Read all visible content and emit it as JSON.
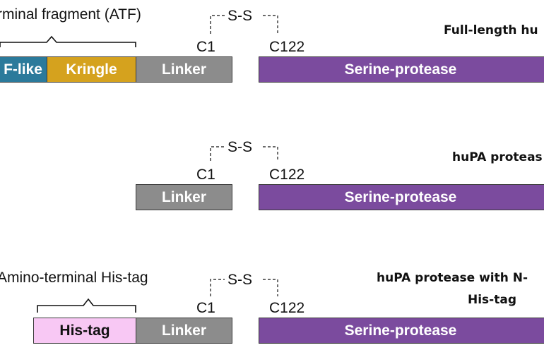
{
  "row1": {
    "bracket_label": "rminal fragment (ATF)",
    "title": "Full-length hu",
    "ss_label": "S-S",
    "c1_label": "C1",
    "c122_label": "C122",
    "domains": {
      "egf": "F-like",
      "kringle": "Kringle",
      "linker": "Linker",
      "serine": "Serine-protease"
    }
  },
  "row2": {
    "title": "huPA proteas",
    "ss_label": "S-S",
    "c1_label": "C1",
    "c122_label": "C122",
    "domains": {
      "linker": "Linker",
      "serine": "Serine-protease"
    }
  },
  "row3": {
    "bracket_label": "Amino-terminal His-tag",
    "title_line1": "huPA protease with N-",
    "title_line2": "His-tag",
    "ss_label": "S-S",
    "c1_label": "C1",
    "c122_label": "C122",
    "domains": {
      "histag": "His-tag",
      "linker": "Linker",
      "serine": "Serine-protease"
    }
  },
  "colors": {
    "egf": "#2b7a9b",
    "kringle": "#d5a21e",
    "linker": "#8c8c8c",
    "serine": "#7b4b9e",
    "histag": "#f8c8f4",
    "histag_text": "#111111"
  }
}
